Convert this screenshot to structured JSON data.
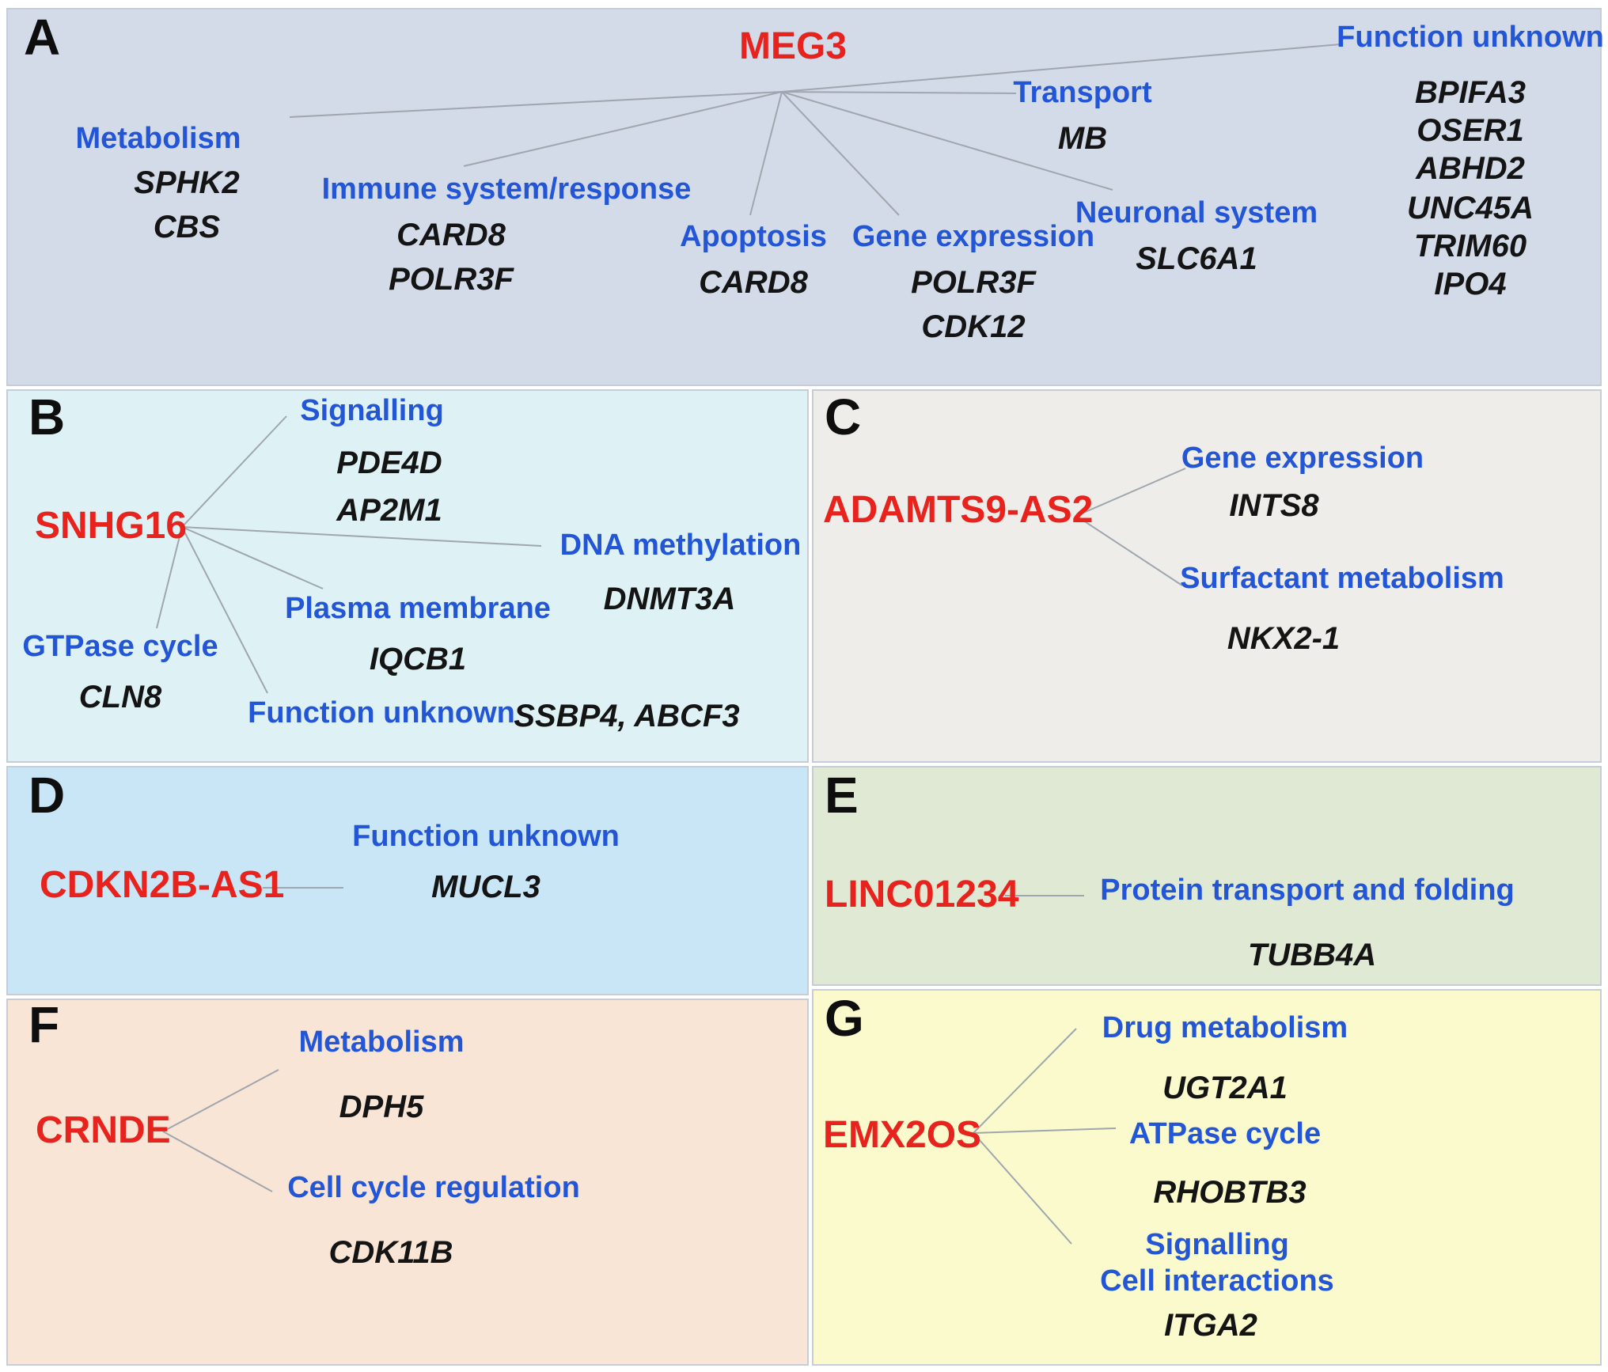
{
  "figure_type": "lncRNA functional annotation diagram",
  "colors": {
    "hub_text": "#e8231d",
    "category_text": "#2356d6",
    "gene_text": "#141414",
    "connector_line": "#9fa6ad",
    "panel_a_bg": "#d3dbe9",
    "panel_b_bg": "#def2f5",
    "panel_c_bg": "#eeedea",
    "panel_d_bg": "#c9e6f7",
    "panel_e_bg": "#e0e9d4",
    "panel_f_bg": "#f9e5d6",
    "panel_g_bg": "#fbfacd",
    "page_bg": "#ffffff"
  },
  "panels": [
    {
      "letter": "A",
      "hub": "MEG3",
      "groups": [
        {
          "category": "Metabolism",
          "genes": [
            "SPHK2",
            "CBS"
          ]
        },
        {
          "category": "Immune system/response",
          "genes": [
            "CARD8",
            "POLR3F"
          ]
        },
        {
          "category": "Apoptosis",
          "genes": [
            "CARD8"
          ]
        },
        {
          "category": "Gene expression",
          "genes": [
            "POLR3F",
            "CDK12"
          ]
        },
        {
          "category": "Transport",
          "genes": [
            "MB"
          ]
        },
        {
          "category": "Neuronal system",
          "genes": [
            "SLC6A1"
          ]
        },
        {
          "category": "Function unknown",
          "genes": [
            "BPIFA3",
            "OSER1",
            "ABHD2",
            "UNC45A",
            "TRIM60",
            "IPO4"
          ]
        }
      ]
    },
    {
      "letter": "B",
      "hub": "SNHG16",
      "groups": [
        {
          "category": "Signalling",
          "genes": [
            "PDE4D",
            "AP2M1"
          ]
        },
        {
          "category": "DNA methylation",
          "genes": [
            "DNMT3A"
          ]
        },
        {
          "category": "Plasma membrane",
          "genes": [
            "IQCB1"
          ]
        },
        {
          "category": "GTPase cycle",
          "genes": [
            "CLN8"
          ]
        },
        {
          "category": "Function unknown",
          "genes": [
            "SSBP4, ABCF3"
          ]
        }
      ]
    },
    {
      "letter": "C",
      "hub": "ADAMTS9-AS2",
      "groups": [
        {
          "category": "Gene expression",
          "genes": [
            "INTS8"
          ]
        },
        {
          "category": "Surfactant metabolism",
          "genes": [
            "NKX2-1"
          ]
        }
      ]
    },
    {
      "letter": "D",
      "hub": "CDKN2B-AS1",
      "groups": [
        {
          "category": "Function unknown",
          "genes": [
            "MUCL3"
          ]
        }
      ]
    },
    {
      "letter": "E",
      "hub": "LINC01234",
      "groups": [
        {
          "category": "Protein transport and folding",
          "genes": [
            "TUBB4A"
          ]
        }
      ]
    },
    {
      "letter": "F",
      "hub": "CRNDE",
      "groups": [
        {
          "category": "Metabolism",
          "genes": [
            "DPH5"
          ]
        },
        {
          "category": "Cell cycle regulation",
          "genes": [
            "CDK11B"
          ]
        }
      ]
    },
    {
      "letter": "G",
      "hub": "EMX2OS",
      "groups": [
        {
          "category": "Drug metabolism",
          "genes": [
            "UGT2A1"
          ]
        },
        {
          "category": "ATPase cycle",
          "genes": [
            "RHOBTB3"
          ]
        },
        {
          "category": "Signalling",
          "category2": "Cell interactions",
          "genes": [
            "ITGA2"
          ]
        }
      ]
    }
  ]
}
